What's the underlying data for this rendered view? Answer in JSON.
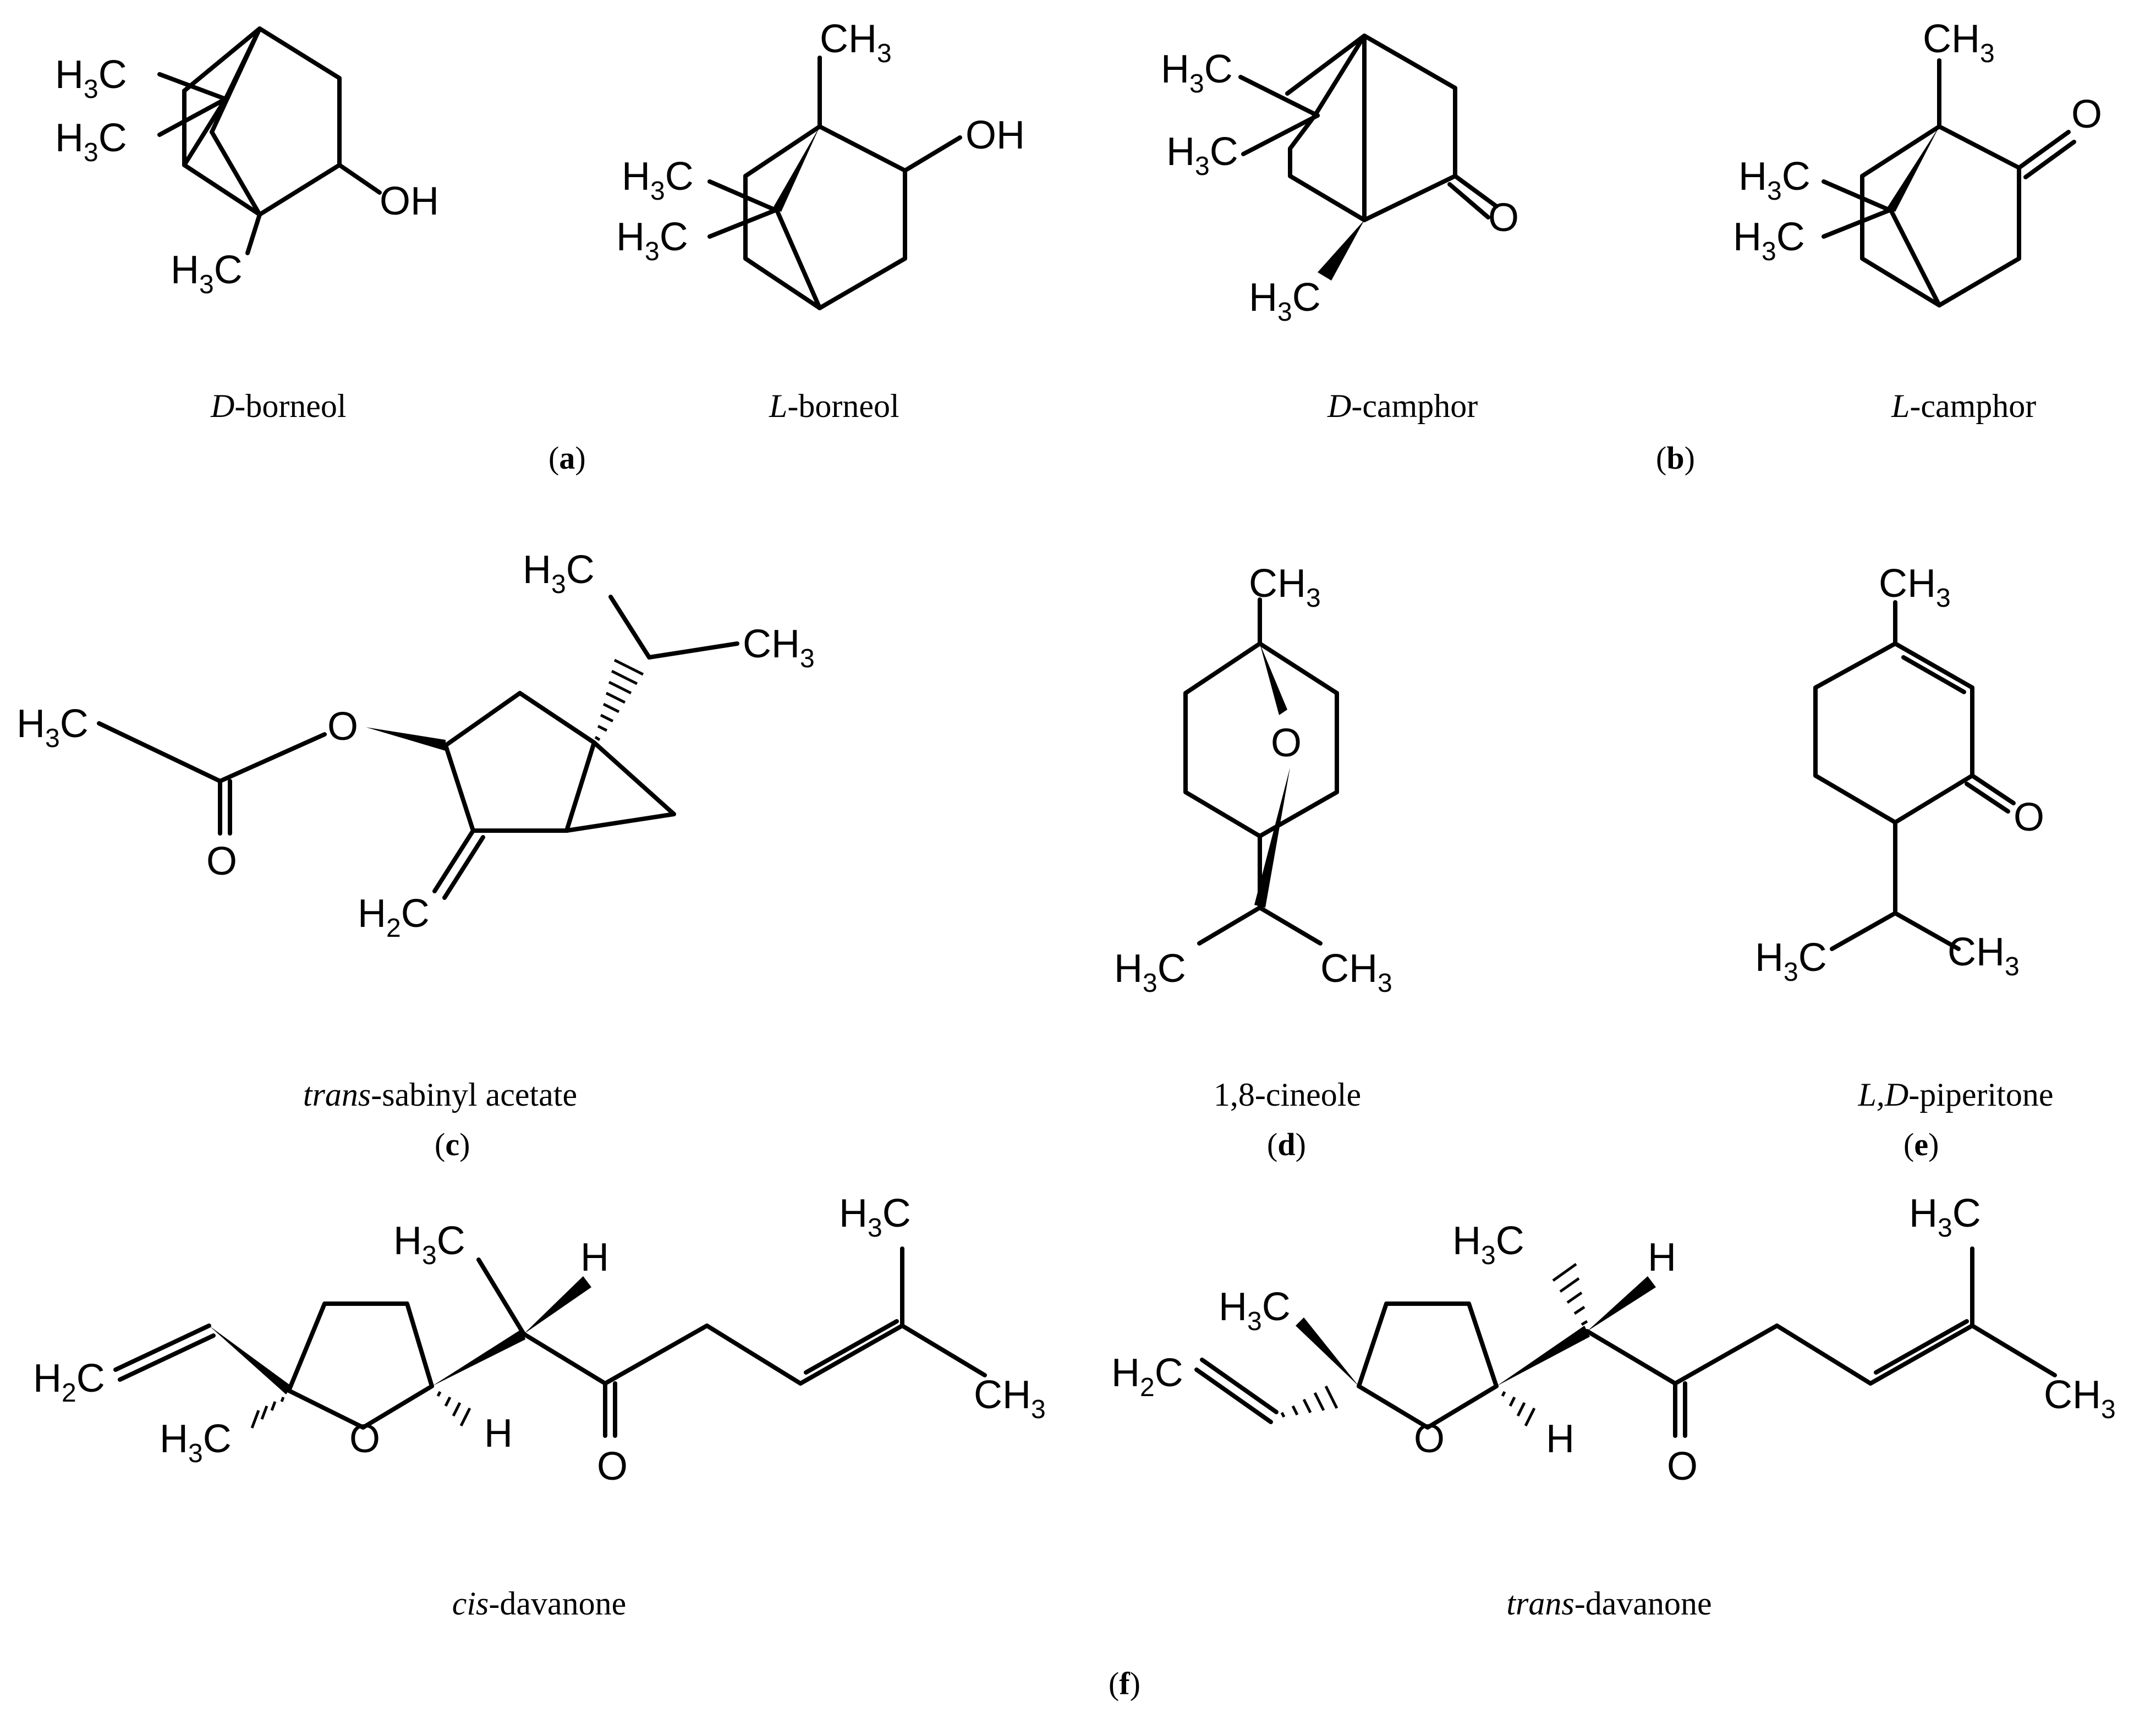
{
  "molecules": {
    "d_borneol": {
      "name_prefix": "D",
      "name_rest": "-borneol"
    },
    "l_borneol": {
      "name_prefix": "L",
      "name_rest": "-borneol"
    },
    "d_camphor": {
      "name_prefix": "D",
      "name_rest": "-camphor"
    },
    "l_camphor": {
      "name_prefix": "L",
      "name_rest": "-camphor"
    },
    "sabinyl": {
      "name_prefix": "trans",
      "name_rest": "-sabinyl acetate"
    },
    "cineole": {
      "name": "1,8-cineole"
    },
    "piperitone": {
      "name_prefix": "L,D",
      "name_rest": "-piperitone"
    },
    "cis_davanone": {
      "name_prefix": "cis",
      "name_rest": "-davanone"
    },
    "trans_davanone": {
      "name_prefix": "trans",
      "name_rest": "-davanone"
    }
  },
  "panels": {
    "a": "a",
    "b": "b",
    "c": "c",
    "d": "d",
    "e": "e",
    "f": "f"
  },
  "atoms": {
    "H": "H",
    "C": "C",
    "O": "O",
    "OH": "OH",
    "sub3": "3",
    "sub2": "2"
  }
}
